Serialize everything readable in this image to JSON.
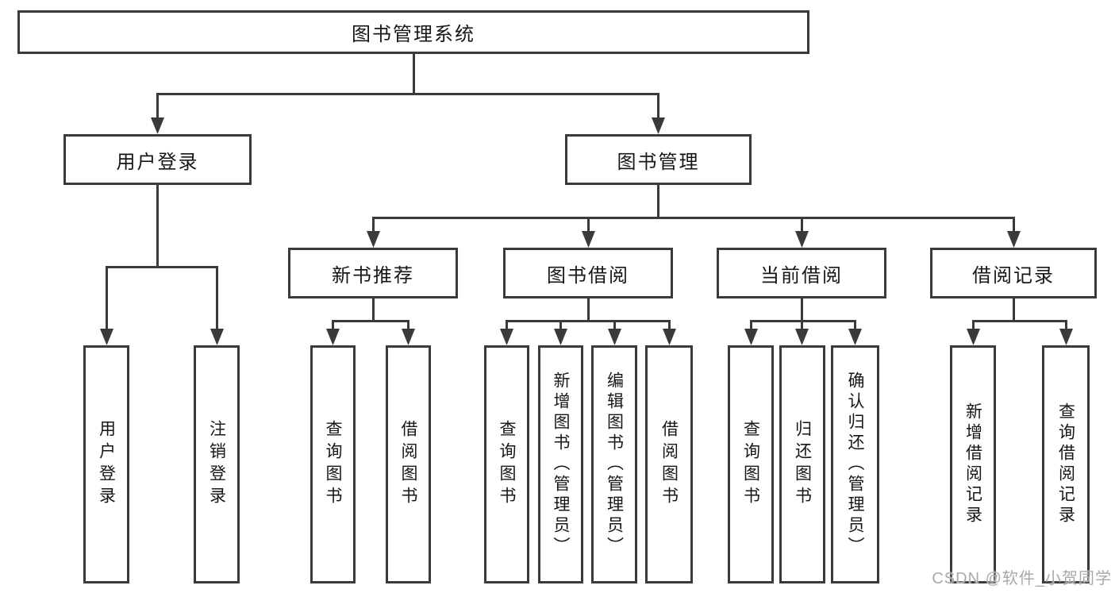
{
  "diagram": {
    "nodes": {
      "root": "图书管理系统",
      "user_login": "用户登录",
      "book_management": "图书管理",
      "new_book_recommend": "新书推荐",
      "book_borrow": "图书借阅",
      "current_borrow": "当前借阅",
      "borrow_records": "借阅记录",
      "leaf_user_login": "用户登录",
      "leaf_logout": "注销登录",
      "leaf_query_book_1": "查询图书",
      "leaf_borrow_book_1": "借阅图书",
      "leaf_query_book_2": "查询图书",
      "leaf_add_book": "新增图书（管理员）",
      "leaf_edit_book": "编辑图书（管理员）",
      "leaf_borrow_book_2": "借阅图书",
      "leaf_query_book_3": "查询图书",
      "leaf_return_book": "归还图书",
      "leaf_confirm_return": "确认归还（管理员）",
      "leaf_add_borrow_record": "新增借阅记录",
      "leaf_query_borrow_record": "查询借阅记录"
    },
    "colors": {
      "line": "#3a3a3a",
      "text": "#161616",
      "background": "#ffffff",
      "watermark": "#a9a9a9"
    }
  },
  "watermark": {
    "text": "CSDN @软件_小贺同学"
  }
}
